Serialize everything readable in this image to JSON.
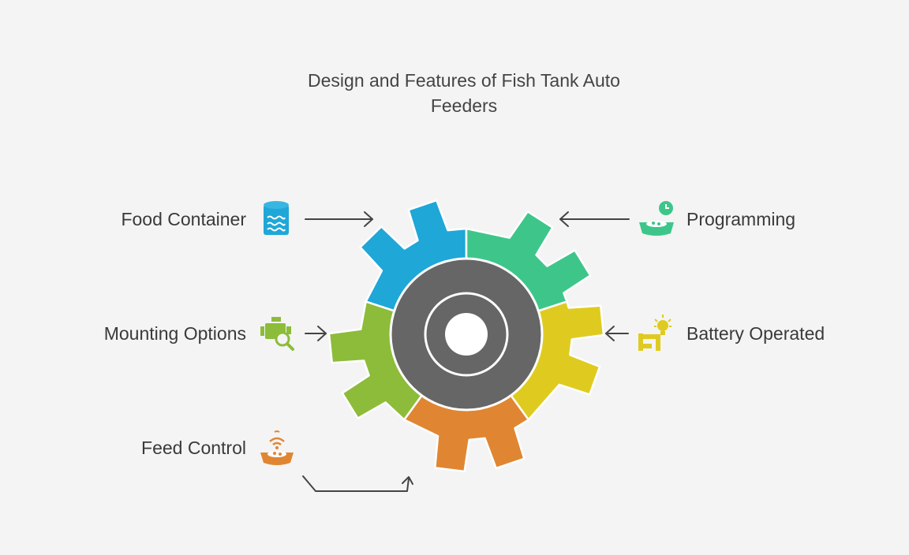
{
  "title": {
    "line1": "Design and Features of Fish Tank Auto",
    "line2": "Feeders"
  },
  "features": [
    {
      "label": "Food Container",
      "icon": "database-water-icon",
      "color": "#1fa7d8"
    },
    {
      "label": "Programming",
      "icon": "timed-bowl-icon",
      "color": "#3ec68a"
    },
    {
      "label": "Mounting Options",
      "icon": "engine-inspect-icon",
      "color": "#8cbc3a"
    },
    {
      "label": "Battery Operated",
      "icon": "bulb-pipe-icon",
      "color": "#dfcb1f"
    },
    {
      "label": "Feed Control",
      "icon": "wifi-bowl-icon",
      "color": "#e08632"
    }
  ],
  "colors": {
    "hub": "#666666",
    "arrow": "#444444",
    "background": "#f4f4f4"
  }
}
